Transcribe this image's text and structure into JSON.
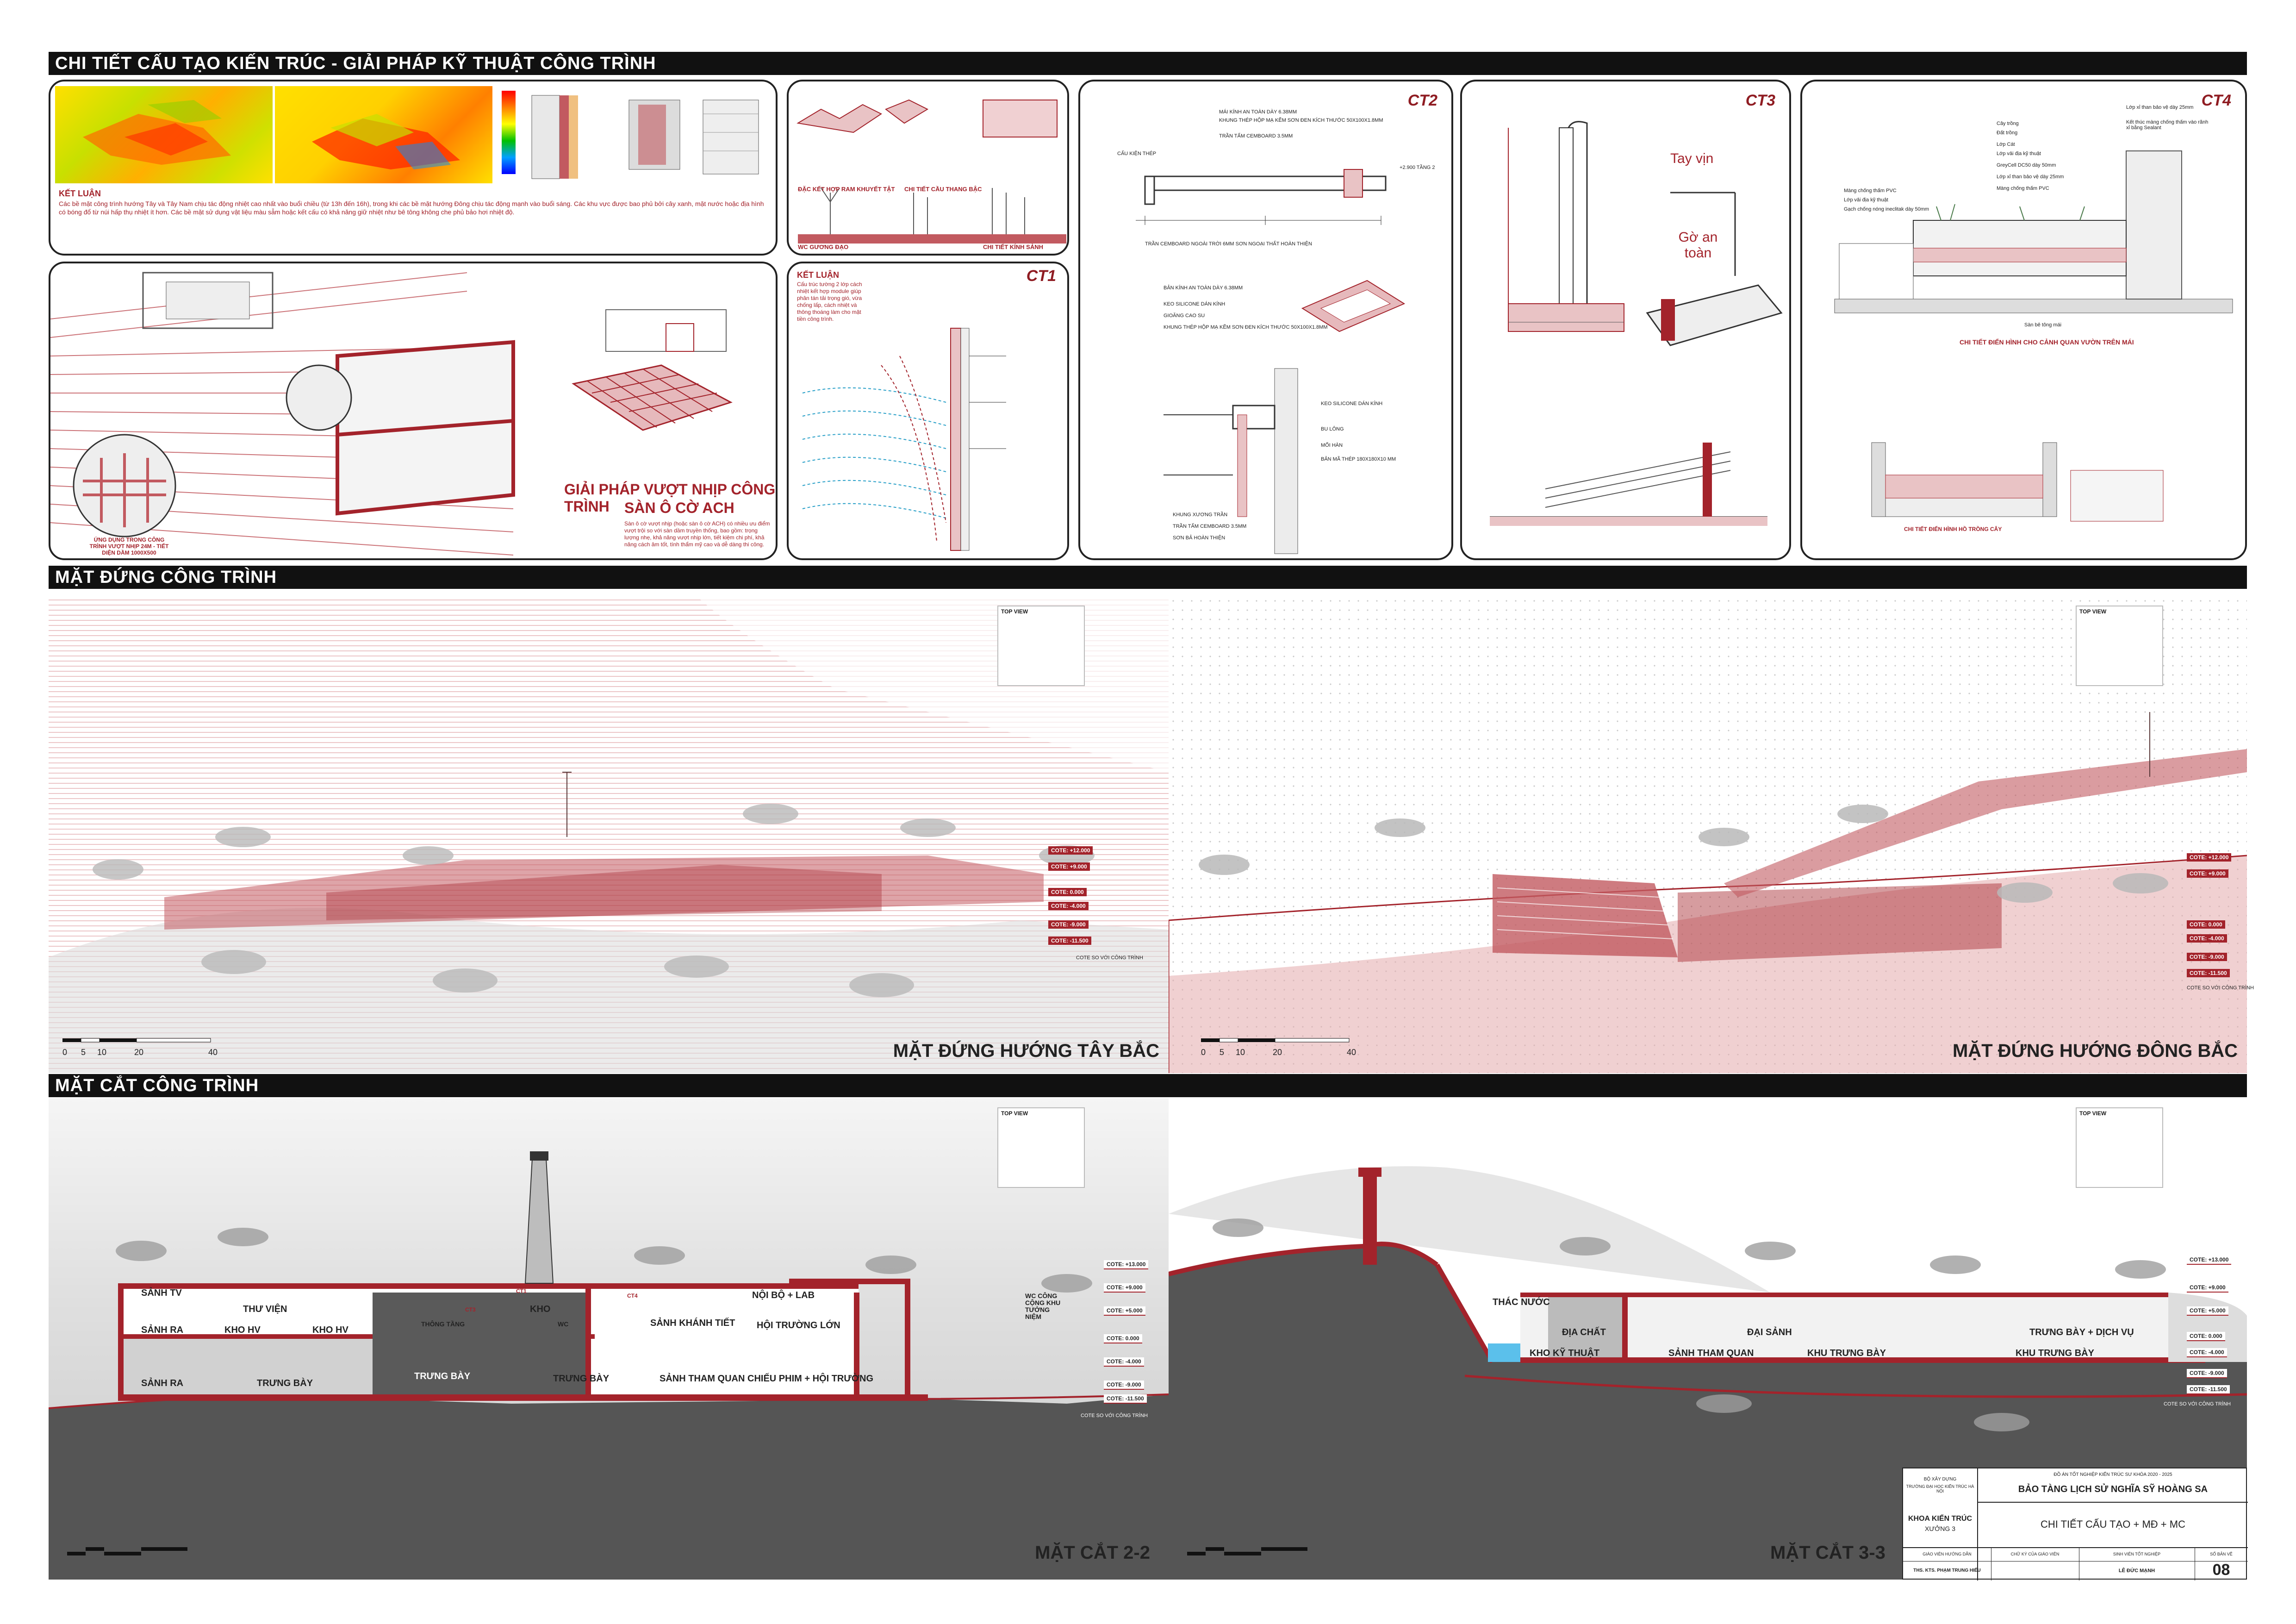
{
  "bands": {
    "details": "CHI TIẾT CẤU TẠO KIẾN TRÚC - GIẢI PHÁP KỸ THUẬT CÔNG TRÌNH",
    "elevations": "MẶT ĐỨNG CÔNG TRÌNH",
    "sections": "MẶT CẮT CÔNG TRÌNH"
  },
  "panel_energy": {
    "conclusion_title": "KẾT LUẬN",
    "conclusion_text": "Các bề mặt công trình hướng Tây và Tây Nam chịu tác động nhiệt cao nhất vào buổi chiều (từ 13h đến 16h), trong khi các bề mặt hướng Đông chịu tác động mạnh vào buổi sáng. Các khu vực được bao phủ bởi cây xanh, mặt nước hoặc địa hình có bóng đổ từ núi hấp thụ nhiệt ít hơn. Các bề mặt sử dụng vật liệu màu sẫm hoặc kết cấu có khả năng giữ nhiệt như bê tông không che phủ bảo hơi nhiệt độ.",
    "legend_colors": [
      "#ff0000",
      "#ff7f00",
      "#ffff00",
      "#00c000",
      "#00a0ff",
      "#0000ff"
    ]
  },
  "panel_ramp": {
    "label_1": "ĐẶC KẾT HỢP RAM KHUYẾT TẬT",
    "label_2": "CHI TIẾT CẦU THANG BẬC",
    "label_3": "WC GƯƠNG ĐẠO",
    "label_4": "CHI TIẾT KÍNH SẢNH"
  },
  "panel_span": {
    "title": "GIẢI PHÁP VƯỢT NHỊP CÔNG TRÌNH",
    "subtitle": "SÀN Ô CỜ ACH",
    "desc": "Sàn ô cờ vượt nhịp (hoặc sàn ô cờ ACH) có nhiều ưu điểm vượt trội so với sàn dầm truyền thống, bao gồm: trọng lượng nhẹ, khả năng vượt nhịp lớn, tiết kiệm chi phí, khả năng cách âm tốt, tính thẩm mỹ cao và dễ dàng thi công.",
    "note": "ỨNG DỤNG TRONG CÔNG TRÌNH VƯỢT NHỊP 24M - TIẾT DIỆN DẦM 1000X500"
  },
  "panel_ct1": {
    "label": "CT1",
    "conclusion_title": "KẾT LUẬN",
    "conclusion_text": "Cấu trúc tường 2 lớp cách nhiệt kết hợp module giúp phân tán tải trọng gió, vừa chống lấp, cách nhiệt và thông thoáng làm cho mặt tiền công trình."
  },
  "panel_ct2": {
    "label": "CT2",
    "notes": [
      "MÁI KÍNH AN TOÀN DÀY 6.38MM",
      "KHUNG THÉP HỘP MẠ KẼM SƠN ĐEN KÍCH THƯỚC 50X100X1.8MM",
      "TRẦN TẤM CEMBOARD 3.5MM",
      "CẤU KIỆN THÉP",
      "TRẦN CEMBOARD NGOÀI TRỜI 6MM SƠN NGOẠI THẤT HOÀN THIỆN",
      "BẢN KÍNH AN TOÀN DÀY 6.38MM",
      "KEO SILICONE DÁN KÍNH",
      "GIOĂNG CAO SU",
      "KHUNG THÉP HỘP MẠ KẼM SƠN ĐEN KÍCH THƯỚC 50X100X1.8MM",
      "KEO SILICONE DÁN KÍNH",
      "BU LÔNG",
      "MỐI HÀN",
      "BẢN MÃ THÉP 180X180X10 MM",
      "KHUNG XƯƠNG TRẦN",
      "TRẦN TẤM CEMBOARD 3.5MM",
      "SƠN BẢ HOÀN THIỆN"
    ],
    "level": "+2.900 TẦNG 2"
  },
  "panel_ct3": {
    "label": "CT3",
    "handrail": "Tay vịn",
    "curb": "Gờ an toàn"
  },
  "panel_ct4": {
    "label": "CT4",
    "caption_1": "CHI TIẾT ĐIỂN HÌNH CHO CẢNH QUAN VƯỜN TRÊN MÁI",
    "caption_2": "CHI TIẾT ĐIỂN HÌNH HỒ TRỒNG CÂY",
    "notes": [
      "Lớp xỉ than bảo vệ dày 25mm",
      "Kết thúc màng chống thấm vào rãnh xỉ bằng Sealant",
      "Cây trồng",
      "Đất trồng",
      "Lớp Cát",
      "Lớp vải địa kỹ thuật",
      "GreyCell DC50 dày 50mm",
      "Lớp xỉ than bảo vệ dày 25mm",
      "Màng chống thấm PVC",
      "Màng chống thấm PVC",
      "Lớp vải địa kỹ thuật",
      "Gạch chống nóng ineclitak dày 50mm",
      "Sàn bê tông mái"
    ]
  },
  "elevations": {
    "left_title": "MẶT ĐỨNG HƯỚNG TÂY BẮC",
    "right_title": "MẶT ĐỨNG HƯỚNG ĐÔNG BẮC",
    "top_view": "TOP VIEW",
    "cote_base": "COTE SO VỚI CÔNG TRÌNH",
    "left_cotes": [
      "COTE: +12.000",
      "COTE: +9.000",
      "COTE: 0.000",
      "COTE: -4.000",
      "COTE: -9.000",
      "COTE: -11.500"
    ],
    "right_cotes": [
      "COTE: +12.000",
      "COTE: +9.000",
      "COTE: 0.000",
      "COTE: -4.000",
      "COTE: -9.000",
      "COTE: -11.500"
    ],
    "scale": [
      "0",
      "5",
      "10",
      "20",
      "40"
    ]
  },
  "sections": {
    "left_title": "MẶT CẮT 2-2",
    "right_title": "MẶT CẮT 3-3",
    "top_view": "TOP VIEW",
    "cote_base": "COTE SO VỚI CÔNG TRÌNH",
    "left_cotes": [
      "COTE: +13.000",
      "COTE: +9.000",
      "COTE: +5.000",
      "COTE: 0.000",
      "COTE: -4.000",
      "COTE: -9.000",
      "COTE: -11.500"
    ],
    "right_cotes": [
      "COTE: +13.000",
      "COTE: +9.000",
      "COTE: +5.000",
      "COTE: 0.000",
      "COTE: -4.000",
      "COTE: -9.000",
      "COTE: -11.500"
    ],
    "left_rooms": [
      "SẢNH TV",
      "THƯ VIỆN",
      "SẢNH RA",
      "KHO HV",
      "KHO HV",
      "SẢNH RA",
      "TRƯNG BÀY",
      "TRƯNG BÀY",
      "KHO",
      "WC",
      "SẢNH KHÁNH TIẾT",
      "NỘI BỘ + LAB",
      "HỘI TRƯỜNG LỚN",
      "TRƯNG BÀY",
      "SẢNH THAM QUAN",
      "CHIẾU PHIM + HỘI TRƯỜNG",
      "WC CÔNG CỘNG KHU TƯỞNG NIỆM",
      "THÔNG TẦNG"
    ],
    "right_rooms": [
      "THÁC NƯỚC",
      "ĐỊA CHẤT",
      "ĐẠI SẢNH",
      "TRƯNG BÀY + DỊCH VỤ",
      "KHO KỸ THUẬT",
      "SẢNH THAM QUAN",
      "KHU TRƯNG BÀY",
      "KHU TRƯNG BÀY"
    ],
    "detail_tags": [
      "CT1",
      "CT2",
      "CT3",
      "CT4"
    ]
  },
  "title_block": {
    "ministry": "BỘ XÂY DỰNG",
    "school": "TRƯỜNG ĐẠI HỌC KIẾN TRÚC HÀ NỘI",
    "faculty": "KHOA KIẾN TRÚC",
    "studio": "XƯỞNG 3",
    "thesis": "ĐỒ ÁN TỐT NGHIỆP KIẾN TRÚC SƯ KHÓA 2020 - 2025",
    "project": "BẢO TÀNG LỊCH SỬ NGHĨA SỸ HOÀNG SA",
    "sheet_title": "CHI TIẾT CẤU TẠO + MĐ + MC",
    "advisor_label": "GIÁO VIÊN HƯỚNG DẪN",
    "advisor": "THS. KTS. PHẠM TRUNG HIẾU",
    "sign_label": "CHỮ KÝ CỦA GIÁO VIÊN",
    "student_label": "SINH VIÊN TỐT NGHIỆP",
    "student": "LÊ ĐỨC MẠNH",
    "sheet_label": "SỐ BẢN VẼ",
    "sheet_no": "08"
  },
  "colors": {
    "accent": "#a3232b",
    "dark": "#111111",
    "hatch": "#c25a60"
  }
}
